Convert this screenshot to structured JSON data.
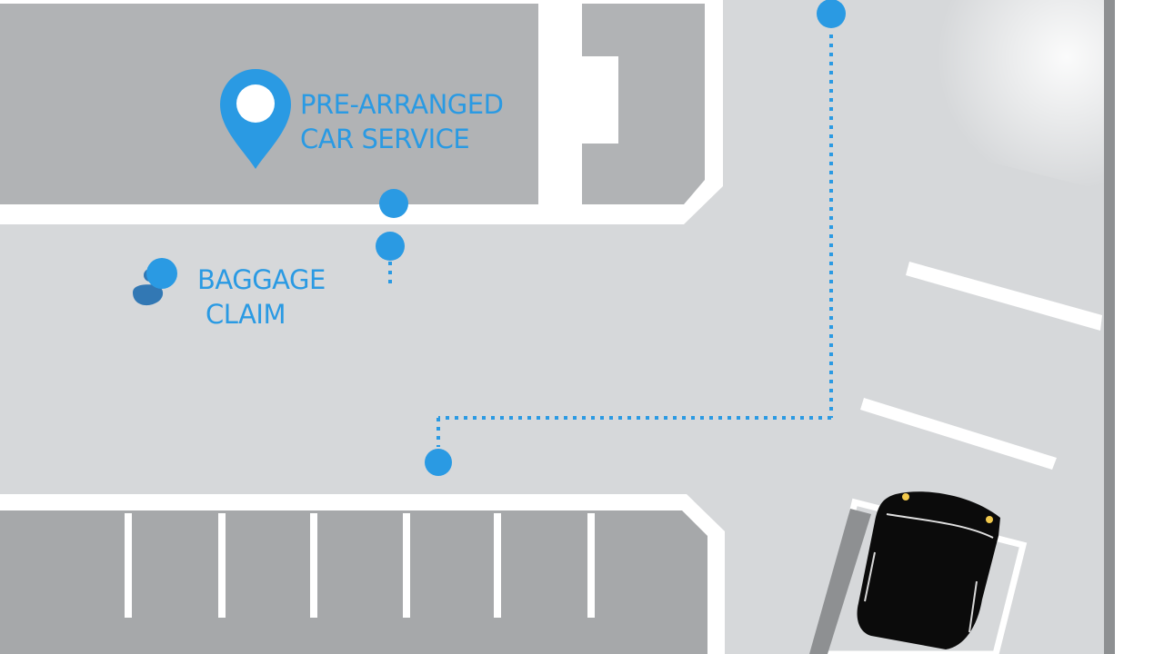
{
  "map": {
    "colors": {
      "road": "#d6d8da",
      "block": "#b1b3b5",
      "curb": "#ffffff",
      "accent": "#2a9ae3",
      "vehicle": "#0b0b0b"
    },
    "labels": {
      "car_service": [
        "PRE-ARRANGED",
        "CAR SERVICE"
      ],
      "baggage_claim": [
        "BAGGAGE",
        "CLAIM"
      ]
    },
    "icons": {
      "car_service": "map-pin-icon",
      "baggage_claim": "baggage-icon",
      "vehicle": "car-icon"
    },
    "route": {
      "style": "dotted",
      "waypoints": [
        "route-start-marker",
        "route-end-marker"
      ]
    }
  }
}
